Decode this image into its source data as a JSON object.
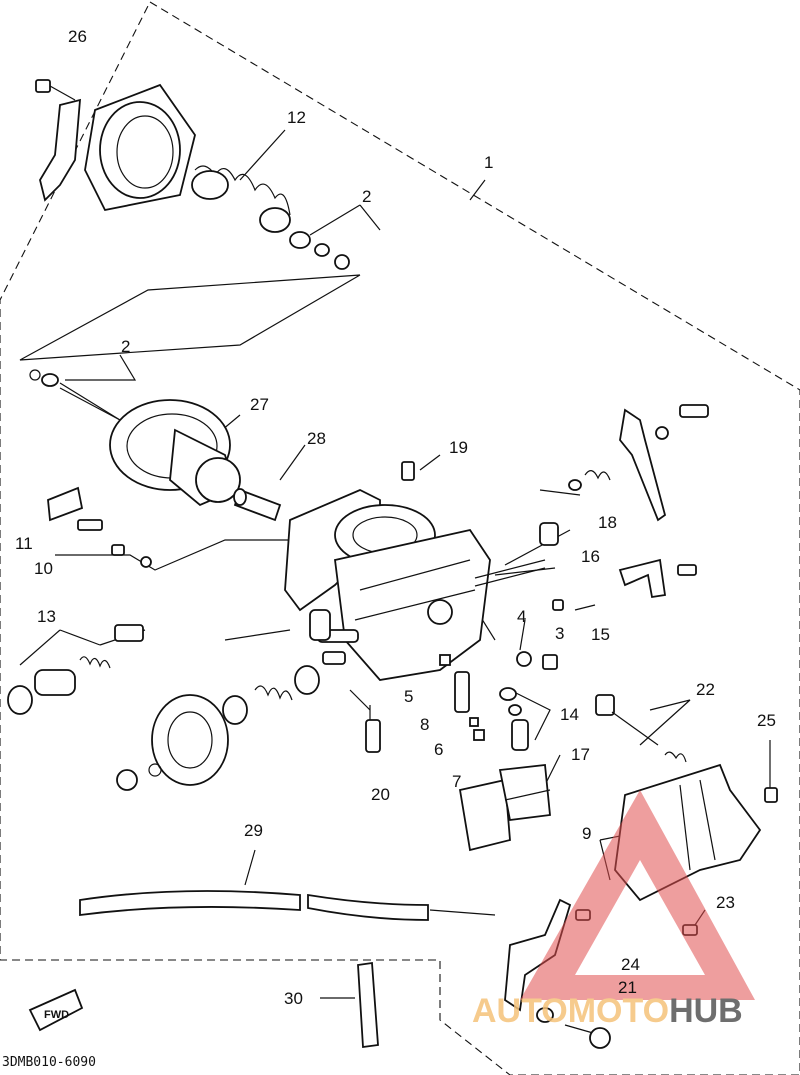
{
  "diagram": {
    "callouts": [
      "1",
      "2",
      "2",
      "3",
      "4",
      "5",
      "6",
      "7",
      "8",
      "9",
      "10",
      "11",
      "12",
      "13",
      "14",
      "15",
      "16",
      "17",
      "18",
      "19",
      "20",
      "21",
      "22",
      "23",
      "24",
      "25",
      "26",
      "27",
      "28",
      "29",
      "30"
    ],
    "fwd_label": "FWD",
    "drawing_code": "3DMB010-6090",
    "watermark": {
      "part1": "AUTOMOTO",
      "part2": "HUB",
      "color1": "#f5c27a",
      "color2": "#555555",
      "triangle_color": "#e05050"
    }
  }
}
